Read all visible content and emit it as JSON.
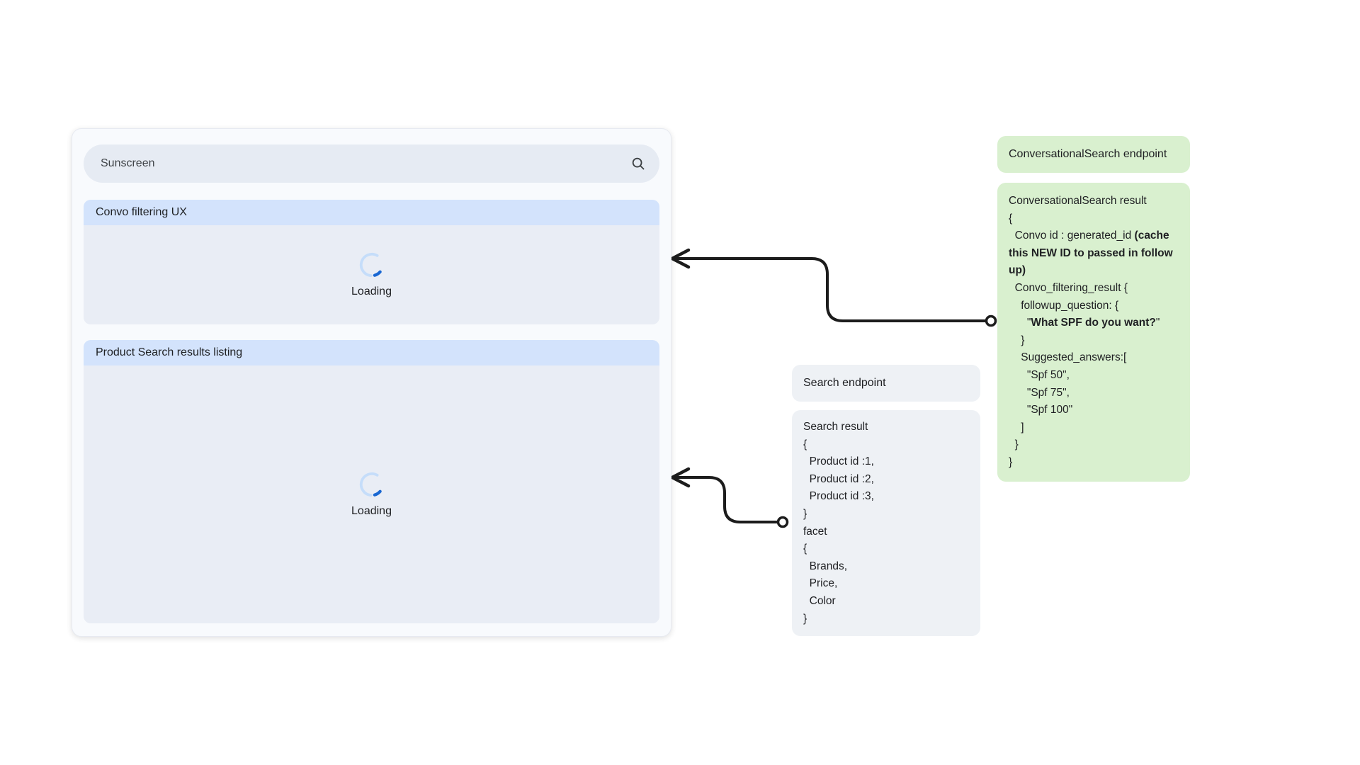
{
  "panel": {
    "search": {
      "value": "Sunscreen",
      "icon": "magnifier"
    },
    "sections": [
      {
        "title": "Convo filtering UX",
        "loading_label": "Loading"
      },
      {
        "title": "Product Search results listing",
        "loading_label": "Loading"
      }
    ]
  },
  "notes": {
    "convo_endpoint": {
      "title": "ConversationalSearch endpoint"
    },
    "convo_result": {
      "lines": [
        [
          "ConversationalSearch result"
        ],
        [
          "{"
        ],
        [
          "  Convo id : generated_id ",
          {
            "b": "(cache this NEW ID to passed in follow up)"
          }
        ],
        [
          "  Convo_filtering_result {"
        ],
        [
          "    followup_question: {"
        ],
        [
          "      \"",
          {
            "b": "What SPF do you want?"
          },
          "\""
        ],
        [
          "    }"
        ],
        [
          "    Suggested_answers:["
        ],
        [
          "      \"Spf 50\","
        ],
        [
          "      \"Spf 75\","
        ],
        [
          "      \"Spf 100\""
        ],
        [
          "    ]"
        ],
        [
          "  }"
        ],
        [
          "}"
        ]
      ]
    },
    "search_endpoint": {
      "title": "Search endpoint"
    },
    "search_result": {
      "lines": [
        [
          "Search result"
        ],
        [
          "{"
        ],
        [
          "  Product id :1,"
        ],
        [
          "  Product id :2,"
        ],
        [
          "  Product id :3,"
        ],
        [
          "}"
        ],
        [
          "facet"
        ],
        [
          "{"
        ],
        [
          "  Brands,"
        ],
        [
          "  Price,"
        ],
        [
          "  Color"
        ],
        [
          "}"
        ]
      ]
    }
  },
  "colors": {
    "panel_bg": "#f8fafd",
    "pill_grey": "#e6ebf3",
    "header_blue": "#d3e3fc",
    "body_grey": "#e9edf5",
    "note_green": "#d9f0cf",
    "note_grey": "#eef1f5",
    "spinner_track": "#c5ddfa",
    "spinner_arc": "#1967d2",
    "arrow": "#1c1c1c",
    "text": "#202124"
  }
}
